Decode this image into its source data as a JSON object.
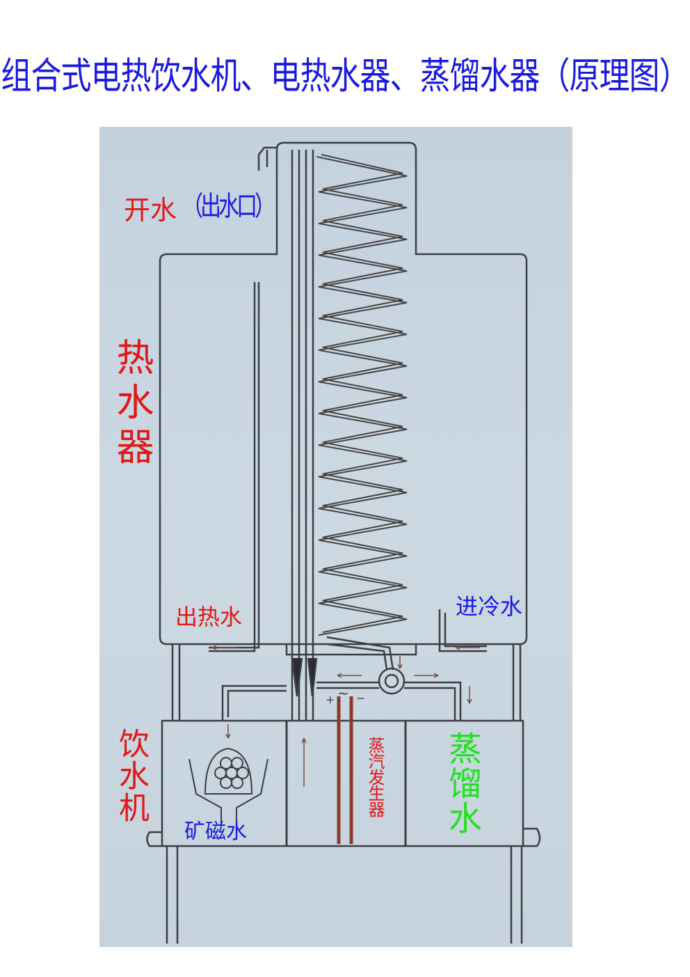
{
  "title": "组合式电热饮水机、电热水器、蒸馏水器（原理图）",
  "labels": {
    "boiling_water": "开水",
    "outlet": "（出水口）",
    "water_heater": "热水器",
    "hot_water_out": "出热水",
    "cold_water_in": "进冷水",
    "water_dispenser": "饮水机",
    "mineral_magnetic_water": "矿磁水",
    "steam_generator": "蒸汽发生器",
    "distilled_water": "蒸馏水",
    "plus": "+",
    "ac": "~",
    "minus": "−"
  },
  "colors": {
    "title": "#1a1ae0",
    "red_label": "#e01818",
    "blue_label": "#1a1ae0",
    "green_label": "#22e022",
    "heater_rod": "#8b3a2a",
    "line": "#3c3c44"
  }
}
